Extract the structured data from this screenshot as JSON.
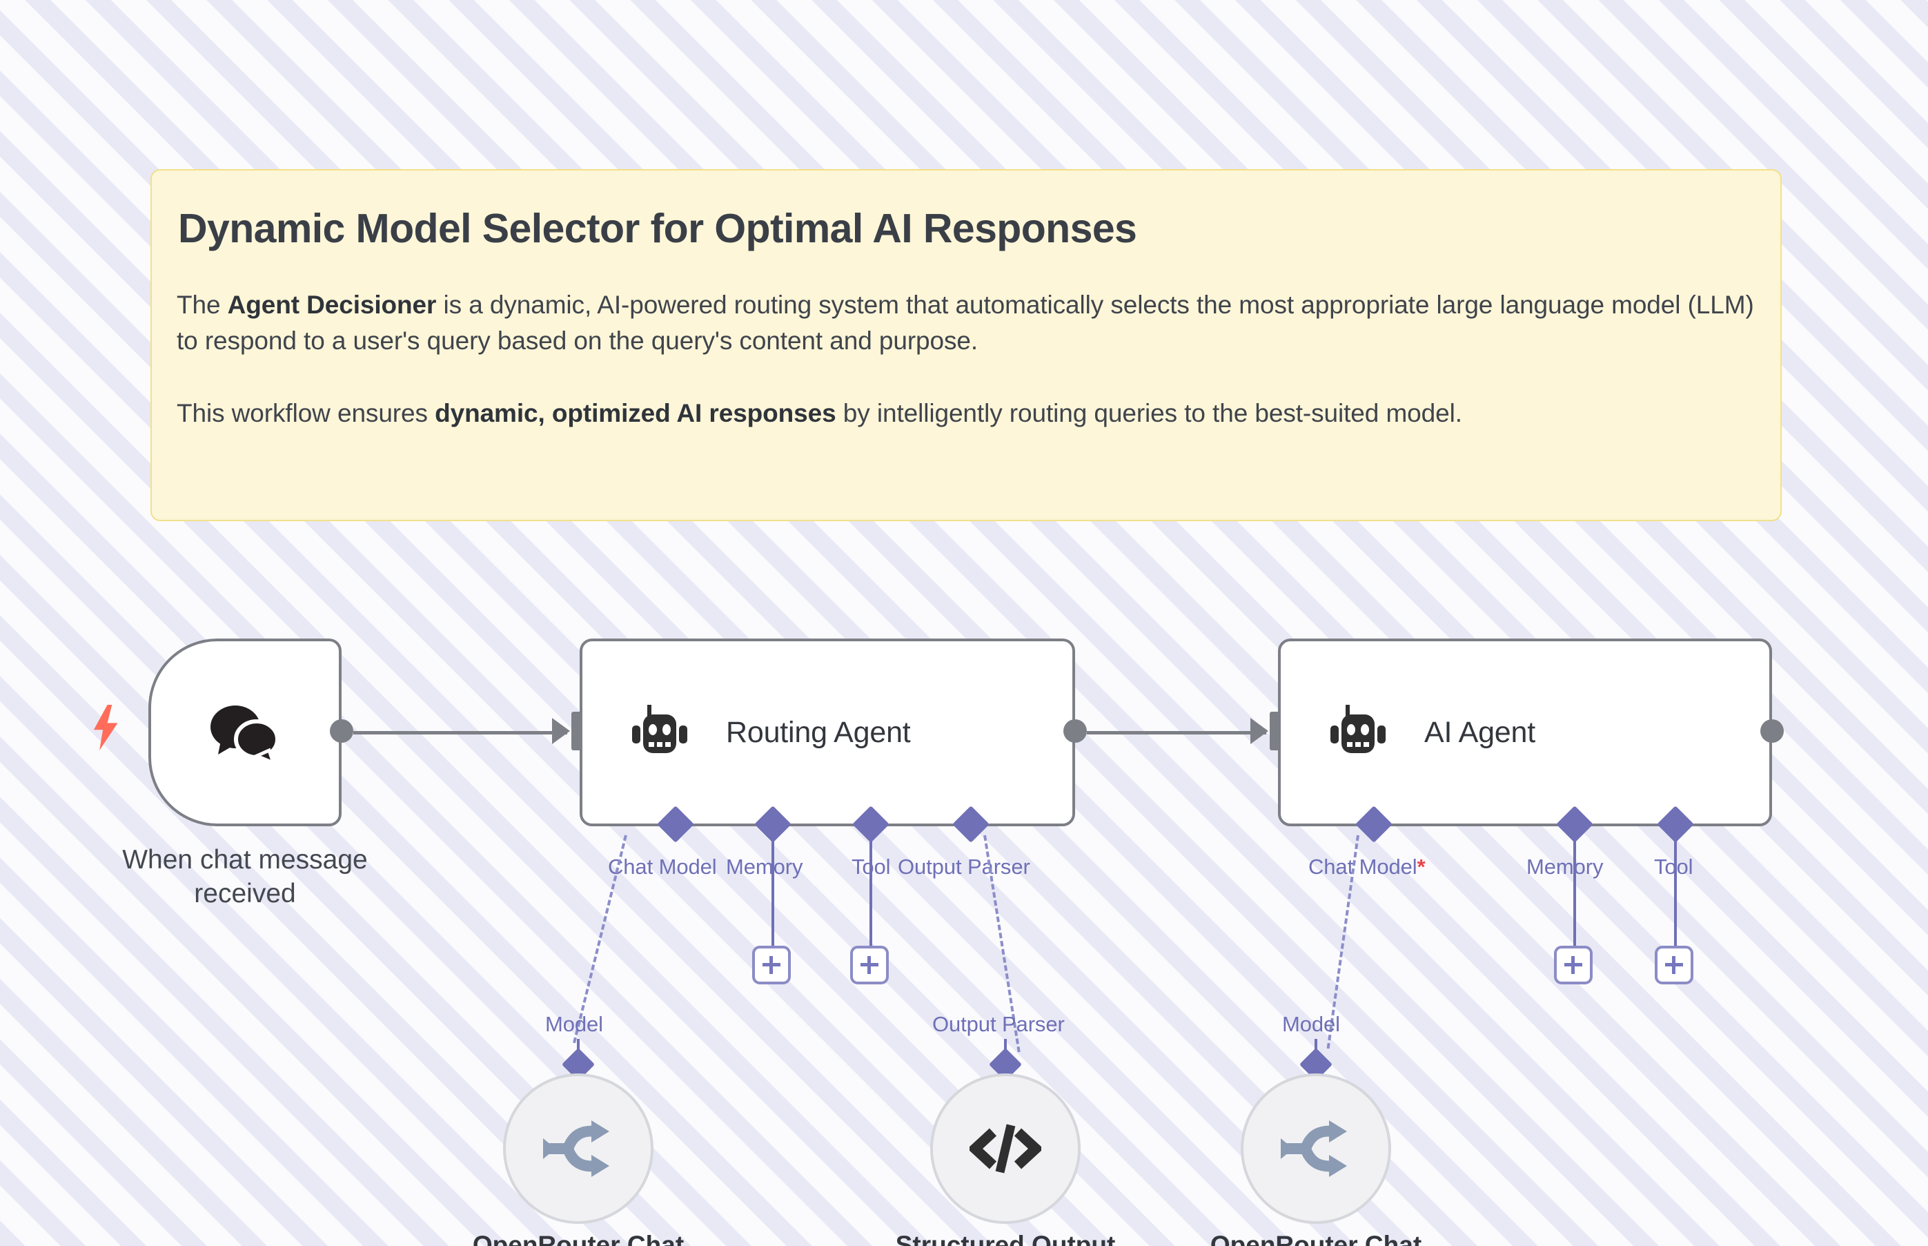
{
  "sticky_note": {
    "title": "Dynamic Model Selector for Optimal AI Responses",
    "paragraph1_pre": "The ",
    "paragraph1_bold": "Agent Decisioner",
    "paragraph1_post": " is a dynamic, AI-powered routing system that automatically selects the most appropriate large language model (LLM) to respond to a user's query based on the query's content and purpose.",
    "paragraph2_pre": "This workflow ensures ",
    "paragraph2_bold": "dynamic, optimized AI responses",
    "paragraph2_post": " by intelligently routing queries to the best-suited model.",
    "background_color": "#fdf6d8",
    "border_color": "#f3e08a"
  },
  "nodes": {
    "trigger": {
      "caption": "When chat message received",
      "icon": "chat-bubbles-icon",
      "badge": "lightning-bolt-icon",
      "badge_color": "#ff6d5a"
    },
    "routing_agent": {
      "title": "Routing Agent",
      "icon": "robot-icon"
    },
    "ai_agent": {
      "title": "AI Agent",
      "icon": "robot-icon"
    }
  },
  "ports": {
    "routing_agent": [
      {
        "label": "Chat Model",
        "required": ""
      },
      {
        "label": "Memory",
        "required": ""
      },
      {
        "label": "Tool",
        "required": ""
      },
      {
        "label": "Output Parser",
        "required": ""
      }
    ],
    "ai_agent": [
      {
        "label": "Chat Model",
        "required": "*"
      },
      {
        "label": "Memory",
        "required": ""
      },
      {
        "label": "Tool",
        "required": ""
      }
    ]
  },
  "subnodes": [
    {
      "port_label": "Model",
      "caption": "OpenRouter Chat",
      "icon": "openrouter-icon"
    },
    {
      "port_label": "Output Parser",
      "caption": "Structured Output",
      "icon": "code-brackets-icon"
    },
    {
      "port_label": "Model",
      "caption": "OpenRouter Chat",
      "icon": "openrouter-icon"
    }
  ],
  "add_buttons": [
    {
      "label": "+",
      "for_port": "Memory"
    },
    {
      "label": "+",
      "for_port": "Tool"
    },
    {
      "label": "+",
      "for_port": "Memory"
    },
    {
      "label": "+",
      "for_port": "Tool"
    }
  ],
  "colors": {
    "accent_purple": "#6f70b6",
    "node_border": "#7d7f86",
    "required_red": "#e8454b",
    "canvas_stripe": "#e8e9f5"
  }
}
